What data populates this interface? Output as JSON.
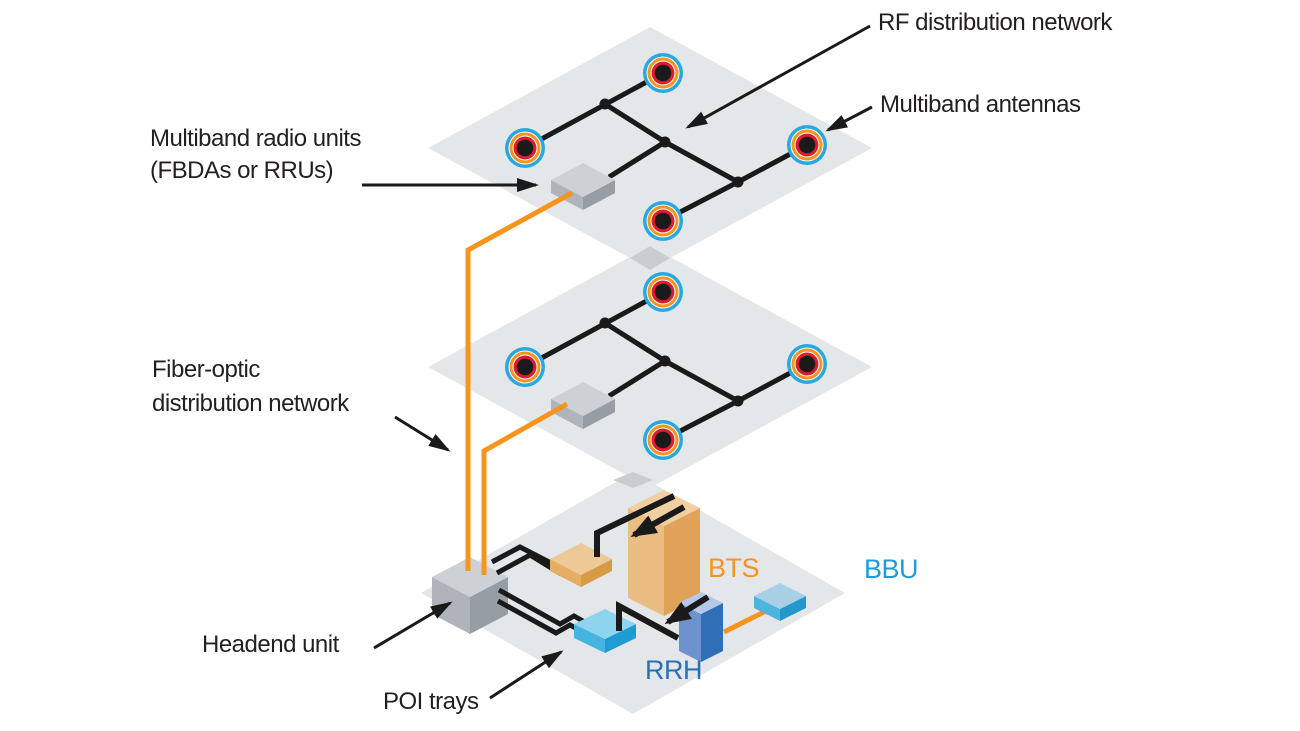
{
  "diagram": {
    "labels": {
      "rf_network": "RF distribution network",
      "multiband_antennas": "Multiband antennas",
      "radio_units_line1": "Multiband radio units",
      "radio_units_line2": "(FBDAs or RRUs)",
      "fiber_line1": "Fiber-optic",
      "fiber_line2": "distribution network",
      "headend_unit": "Headend unit",
      "poi_trays": "POI trays",
      "bts": "BTS",
      "bbu": "BBU",
      "rrh": "RRH"
    }
  },
  "colors": {
    "text": "#231F20",
    "line": "#1A1A1A",
    "fiber": "#F7941E",
    "floor": "#E4E7EA",
    "floor_overlap": "#C9CDD2",
    "ant_cyan": "#29A8E0",
    "ant_orange": "#F7941E",
    "ant_red": "#DC1C2E",
    "gray_top": "#CDD1D5",
    "gray_left": "#AEB4BA",
    "gray_right": "#969DA5",
    "tan_top": "#ECC997",
    "tan_left": "#E5AE64",
    "tan_right": "#D89B45",
    "bts_top": "#F0CFA3",
    "bts_left": "#EABE83",
    "bts_right": "#DFA257",
    "tray_top": "#8FD4EE",
    "tray_left": "#45B4E0",
    "tray_right": "#1E9CD1",
    "bbu_top": "#A9CFE6",
    "bbu_left": "#4FB3DF",
    "bbu_right": "#2398CC",
    "rrh_top": "#B6C7E8",
    "rrh_left": "#6D92CE",
    "rrh_right": "#2F6FB5",
    "label_bts": "#F7941E",
    "label_bbu": "#1F9CD8",
    "label_rrh": "#2B6FB5"
  }
}
